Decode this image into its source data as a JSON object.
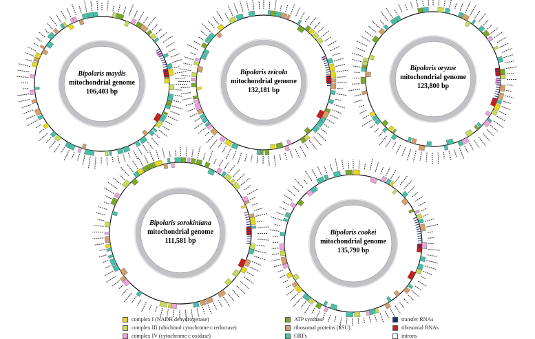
{
  "genomes": [
    {
      "species": "Bipolaris maydis",
      "subtitle": "mitochondrial genome",
      "size": "106,403 bp"
    },
    {
      "species": "Bipolaris zeicola",
      "subtitle": "mitochondrial genome",
      "size": "132,181 bp"
    },
    {
      "species": "Bipolaris oryzae",
      "subtitle": "mitochondrial genome",
      "size": "123,800 bp"
    },
    {
      "species": "Bipolaris sorokiniana",
      "subtitle": "mitochondrial genome",
      "size": "111,581 bp"
    },
    {
      "species": "Bipolaris cookei",
      "subtitle": "mitochondrial genome",
      "size": "135,790 bp"
    }
  ],
  "legend": [
    {
      "label": "complex I (NADH dehydrogenase)",
      "color": "#e6d81e"
    },
    {
      "label": "complex III (ubichinol cytochrome c reductase)",
      "color": "#c8dc5a"
    },
    {
      "label": "complex IV (cytochrome c oxidase)",
      "color": "#e8a6dc"
    },
    {
      "label": "ATP synthase",
      "color": "#7aa92a"
    },
    {
      "label": "ribosomal proteins (SSU)",
      "color": "#d2a06e"
    },
    {
      "label": "ORFs",
      "color": "#49bfa8"
    },
    {
      "label": "transfer RNAs",
      "color": "#1e2a6e"
    },
    {
      "label": "ribosomal RNAs",
      "color": "#c8201e"
    },
    {
      "label": "introns",
      "color": "#ffffff"
    }
  ]
}
